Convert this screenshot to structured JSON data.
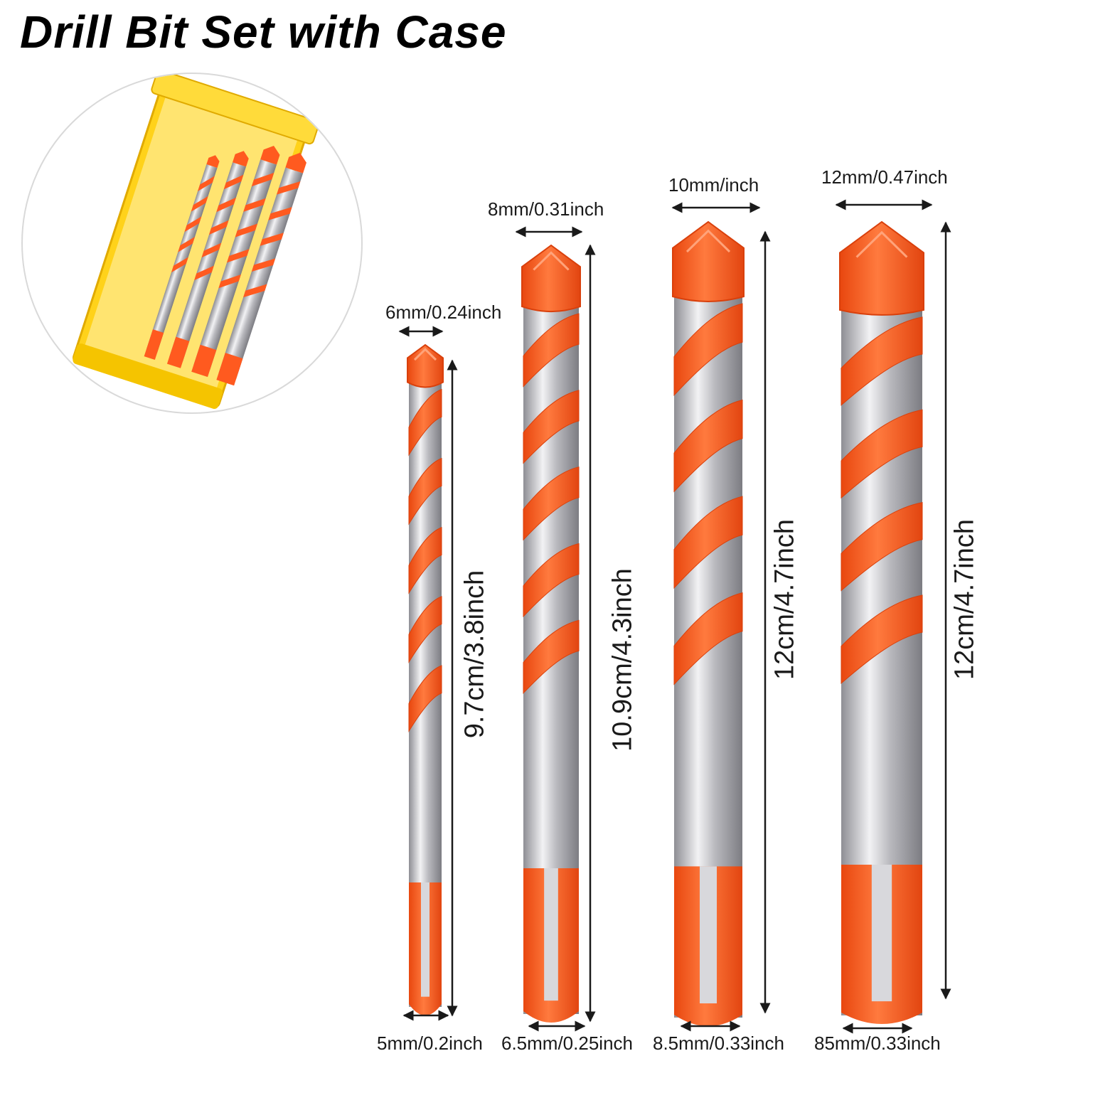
{
  "title": "Drill Bit Set with Case",
  "colors": {
    "orange": "#ff5a1f",
    "orange_dark": "#d9400c",
    "silver": "#c8c8cc",
    "case_yellow": "#ffd21a"
  },
  "bits": [
    {
      "tip_width": "6mm/0.24inch",
      "length": "9.7cm/3.8inch",
      "shank": "5mm/0.2inch"
    },
    {
      "tip_width": "8mm/0.31inch",
      "length": "10.9cm/4.3inch",
      "shank": "6.5mm/0.25inch"
    },
    {
      "tip_width": "10mm/inch",
      "length": "12cm/4.7inch",
      "shank": "8.5mm/0.33inch"
    },
    {
      "tip_width": "12mm/0.47inch",
      "length": "12cm/4.7inch",
      "shank": "85mm/0.33inch"
    }
  ]
}
